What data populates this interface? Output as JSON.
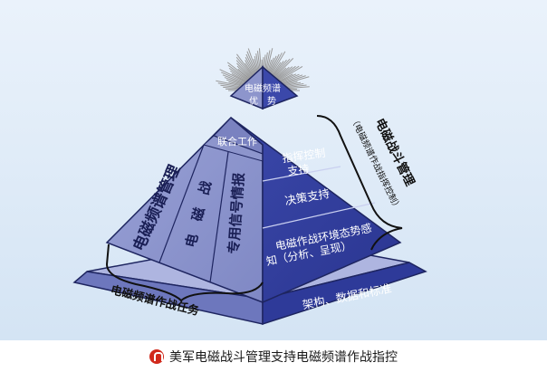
{
  "apex": {
    "line1": "电磁频谱",
    "line2": "优　势"
  },
  "left_face": {
    "header": "联合工作",
    "col1": "电磁频谱管理",
    "col2": "电　磁　战",
    "col3": "专用信号情报"
  },
  "right_face": {
    "tier1_line1": "指挥控制",
    "tier1_line2": "支持",
    "tier2": "决策支持",
    "tier3_line1": "电磁作战环境态势感",
    "tier3_line2": "知（分析、呈现）"
  },
  "base": {
    "label": "架构、数据和标准"
  },
  "side_bracket": {
    "title": "电磁战斗管理",
    "subtitle": "（电磁频谱作战指挥控制）"
  },
  "bottom_bracket": {
    "label": "电磁频谱作战任务"
  },
  "caption": {
    "icon": "brand-logo-icon",
    "text": "美军电磁战斗管理支持电磁频谱作战指控"
  },
  "colors": {
    "background": "#dce9f6",
    "left_face": "#8d95cc",
    "left_face_dark": "#7a82c0",
    "right_face": "#3340a0",
    "right_face_dark": "#27338c",
    "base": "#3340a0",
    "apex": "#6f79c2",
    "rays": "#9a9a9a"
  }
}
